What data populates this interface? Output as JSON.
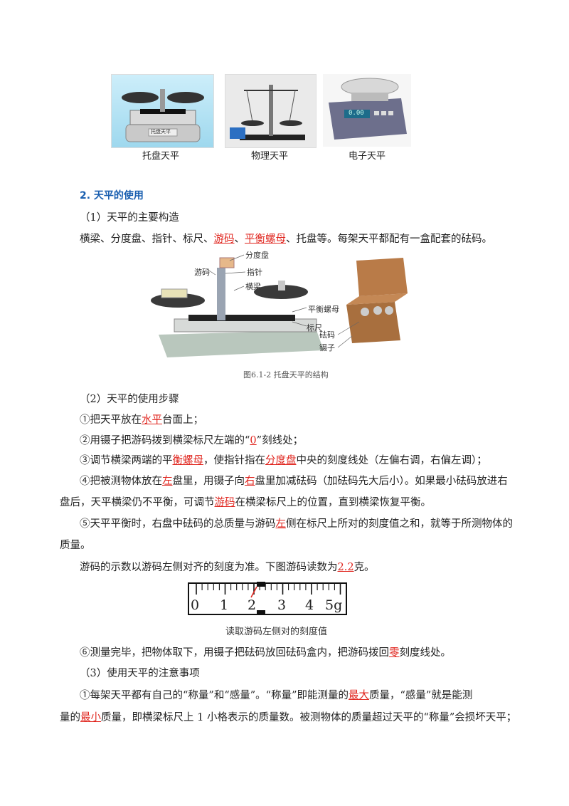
{
  "top_images": {
    "captions": [
      "托盘天平",
      "物理天平",
      "电子天平"
    ],
    "tray_plate_label": "托盘天平",
    "electronic_display": "0.00"
  },
  "section_title": "2. 天平的使用",
  "sub1": "（1）天平的主要构造",
  "structure": {
    "prefix": "横梁、分度盘、指针、标尺、",
    "red1": "游码",
    "sep": "、",
    "red2": "平衡螺母",
    "suffix": "、托盘等。每架天平都配有一盒配套的砝码。"
  },
  "diagram": {
    "labels": {
      "fendupan": "分度盘",
      "youma": "游码",
      "zhizhen": "指针",
      "hengliang": "横梁",
      "pinghengluomu": "平衡螺母",
      "biaochi": "标尺",
      "fama": "砝码",
      "niezi": "镊子"
    },
    "caption": "图6.1-2   托盘天平的结构"
  },
  "sub2": "（2）天平的使用步骤",
  "steps": {
    "s1": {
      "a": "①把天平放在",
      "r": "水平",
      "b": "台面上；"
    },
    "s2": {
      "a": "②用镊子把游码拨到横梁标尺左端的“",
      "r": "0",
      "b": "”刻线处；"
    },
    "s3": {
      "a": "③调节横梁两端的平",
      "r1": "衡螺母",
      "b": "，使指针指在",
      "r2": "分度盘",
      "c": "中央的刻度线处（左偏右调，右偏左调）；"
    },
    "s4": {
      "a": "④把被测物体放在",
      "r1": "左",
      "b": "盘里，用镊子向",
      "r2": "右",
      "c": "盘里加减砝码（加砝码先大后小）。如果最小砝码放进右"
    },
    "s4b": {
      "a": "盘后，天平横梁仍不平衡，可调节",
      "r": "游码",
      "b": "在横梁标尺上的位置，直到横梁恢复平衡。"
    },
    "s5": {
      "a": "⑤天平平衡时，右盘中砝码的总质量与游码",
      "r": "左",
      "b": "侧在标尺上所对的刻度值之和，就等于所测物体的"
    },
    "s5b": "质量。",
    "reading": {
      "a": "游码的示数以游码左侧对齐的刻度为准。下图游码读数为",
      "r": "2.2",
      "b": "克。"
    }
  },
  "ruler": {
    "numbers": [
      "0",
      "1",
      "2",
      "3",
      "4",
      "5g"
    ],
    "caption": "读取游码左侧对的刻度值"
  },
  "step6": {
    "a": "⑥测量完毕，把物体取下，用镊子把砝码放回砝码盒内，把游码拨回",
    "r": "零",
    "b": "刻度线处。"
  },
  "sub3": "（3）使用天平的注意事项",
  "notes": {
    "n1a": {
      "a": "①每架天平都有自己的“称量”和“感量”。“称量”即能测量的",
      "r": "最大",
      "b": "质量，“感量”就是能测"
    },
    "n1b": {
      "a": "量的",
      "r": "最小",
      "b": "质量，即横梁标尺上 1 小格表示的质量数。被测物体的质量超过天平的“称量”会损坏天平；"
    }
  }
}
